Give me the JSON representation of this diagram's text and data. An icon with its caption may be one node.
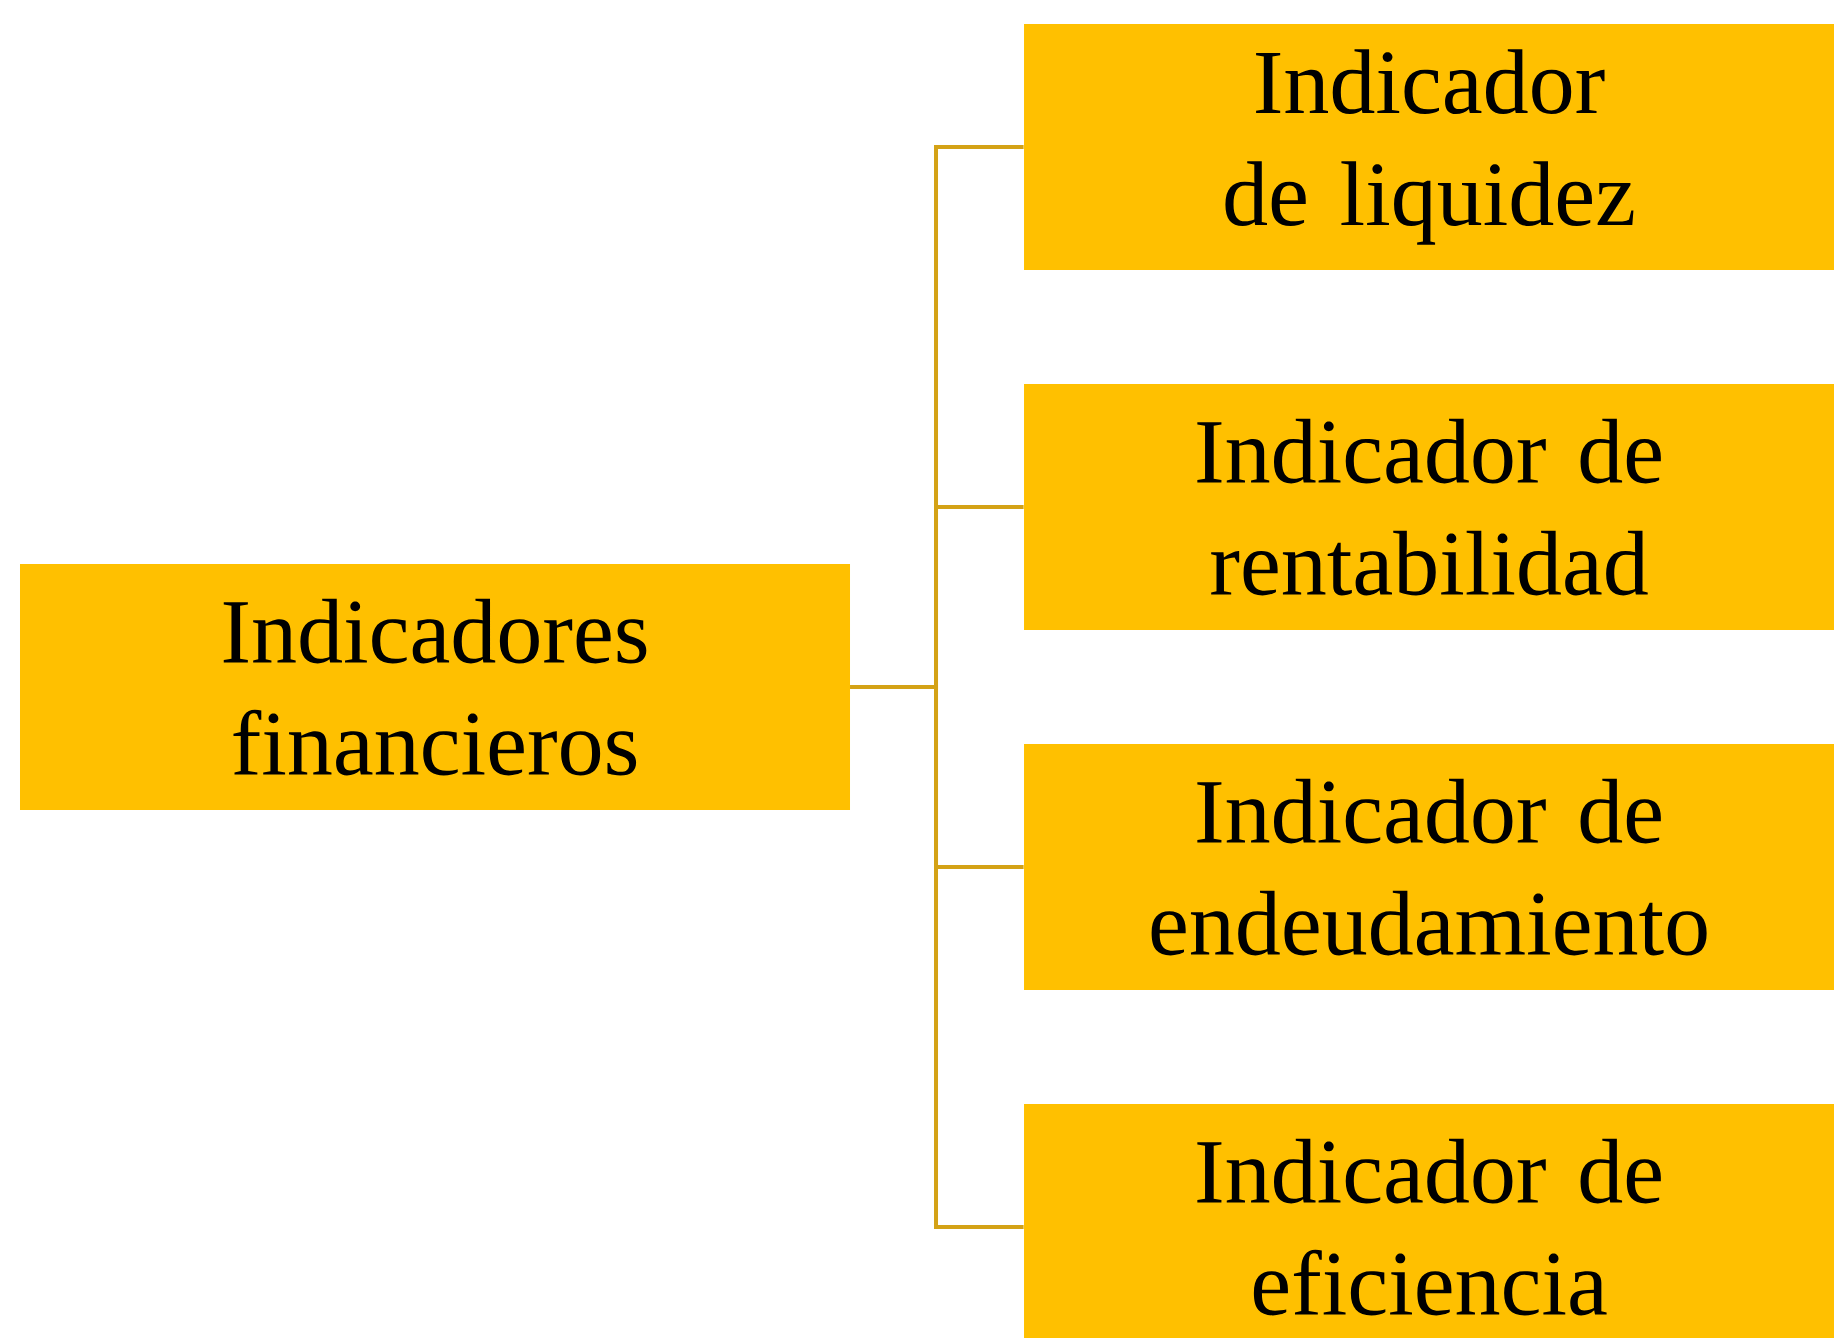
{
  "diagram": {
    "nodes": [
      {
        "text": [
          "Indicadores financieros"
        ]
      },
      {
        "text": [
          "Indicador de liquidez"
        ]
      },
      {
        "text": [
          "Indicador de rentabilidad"
        ]
      },
      {
        "text": [
          "Indicador de endeudamiento"
        ]
      },
      {
        "text": [
          "Indicador de eficiencia"
        ]
      }
    ],
    "edges": [
      {
        "from": 0,
        "to": 1,
        "arrow": "none"
      },
      {
        "from": 0,
        "to": 2,
        "arrow": "none"
      },
      {
        "from": 0,
        "to": 3,
        "arrow": "none"
      },
      {
        "from": 0,
        "to": 4,
        "arrow": "none"
      }
    ]
  }
}
